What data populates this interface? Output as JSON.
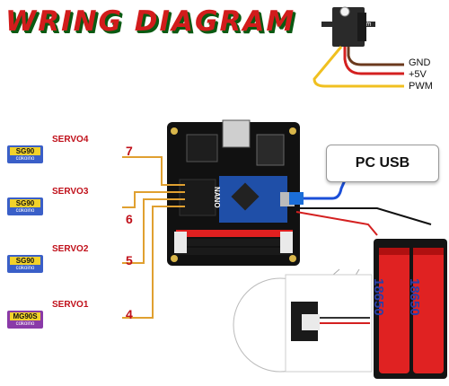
{
  "title": "WRING DIAGRAM",
  "servo_top": {
    "label": "SERVO",
    "wires": [
      "GND",
      "+5V",
      "PWM"
    ]
  },
  "pc_usb": "PC USB",
  "servos": [
    {
      "name": "SERVO4",
      "model": "SG90",
      "brand": "cokoino",
      "pin": "7",
      "color": "#3a5fc8"
    },
    {
      "name": "SERVO3",
      "model": "SG90",
      "brand": "cokoino",
      "pin": "6",
      "color": "#3a5fc8"
    },
    {
      "name": "SERVO2",
      "model": "SG90",
      "brand": "cokoino",
      "pin": "5",
      "color": "#3a5fc8"
    },
    {
      "name": "SERVO1",
      "model": "MG90S",
      "brand": "cokoino",
      "pin": "4",
      "color": "#8a3aa8"
    }
  ],
  "board": {
    "label": "NANO"
  },
  "batteries": [
    "18650",
    "18650"
  ]
}
